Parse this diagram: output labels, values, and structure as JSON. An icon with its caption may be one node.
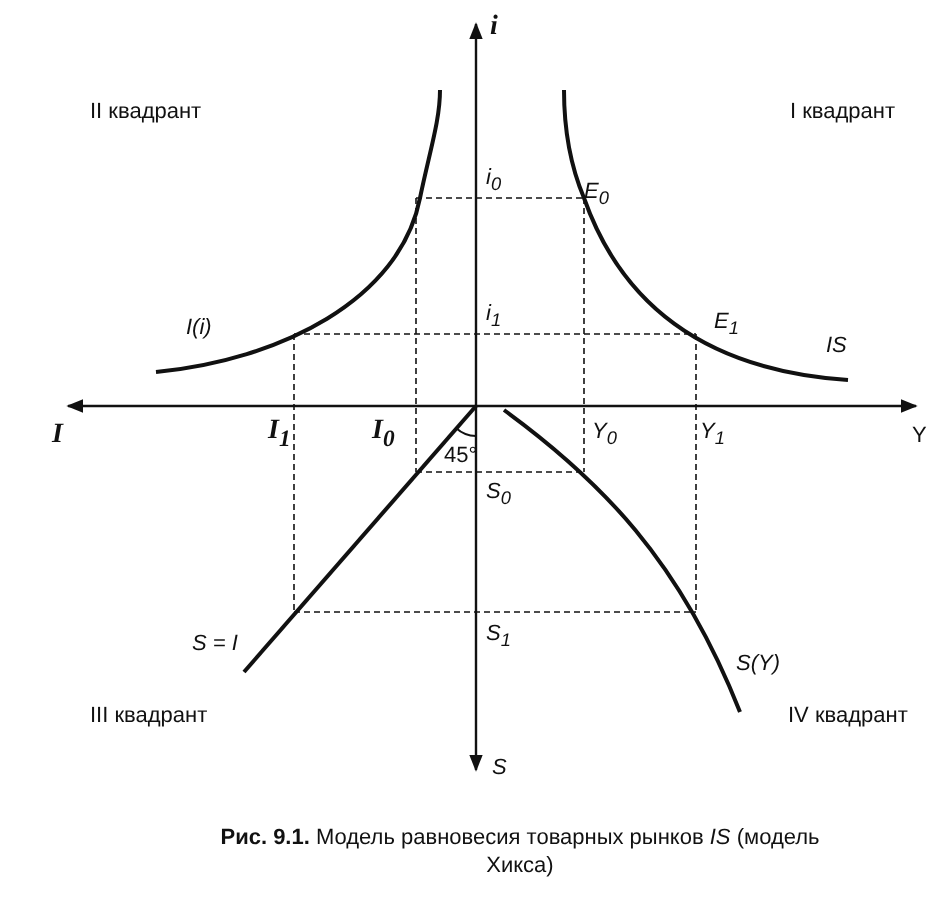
{
  "diagram": {
    "caption": "**Рис. 9.1.** Модель равновесия товарных рынков *IS* (модель Хикса)",
    "labels": [
      "i",
      "II квадрант",
      "I квадрант",
      "i$_{0}$",
      "E$_{0}$",
      "i$_{1}$",
      "I(i)",
      "E$_{1}$",
      "IS",
      "I",
      "I$_{1}$",
      "I$_{0}$",
      "Y$_{0}$",
      "Y$_{1}$",
      "Y",
      "45°",
      "S$_{0}$",
      "S = I",
      "S$_{1}$",
      "S(Y)",
      "III квадрант",
      "IV квадрант",
      "S"
    ]
  }
}
